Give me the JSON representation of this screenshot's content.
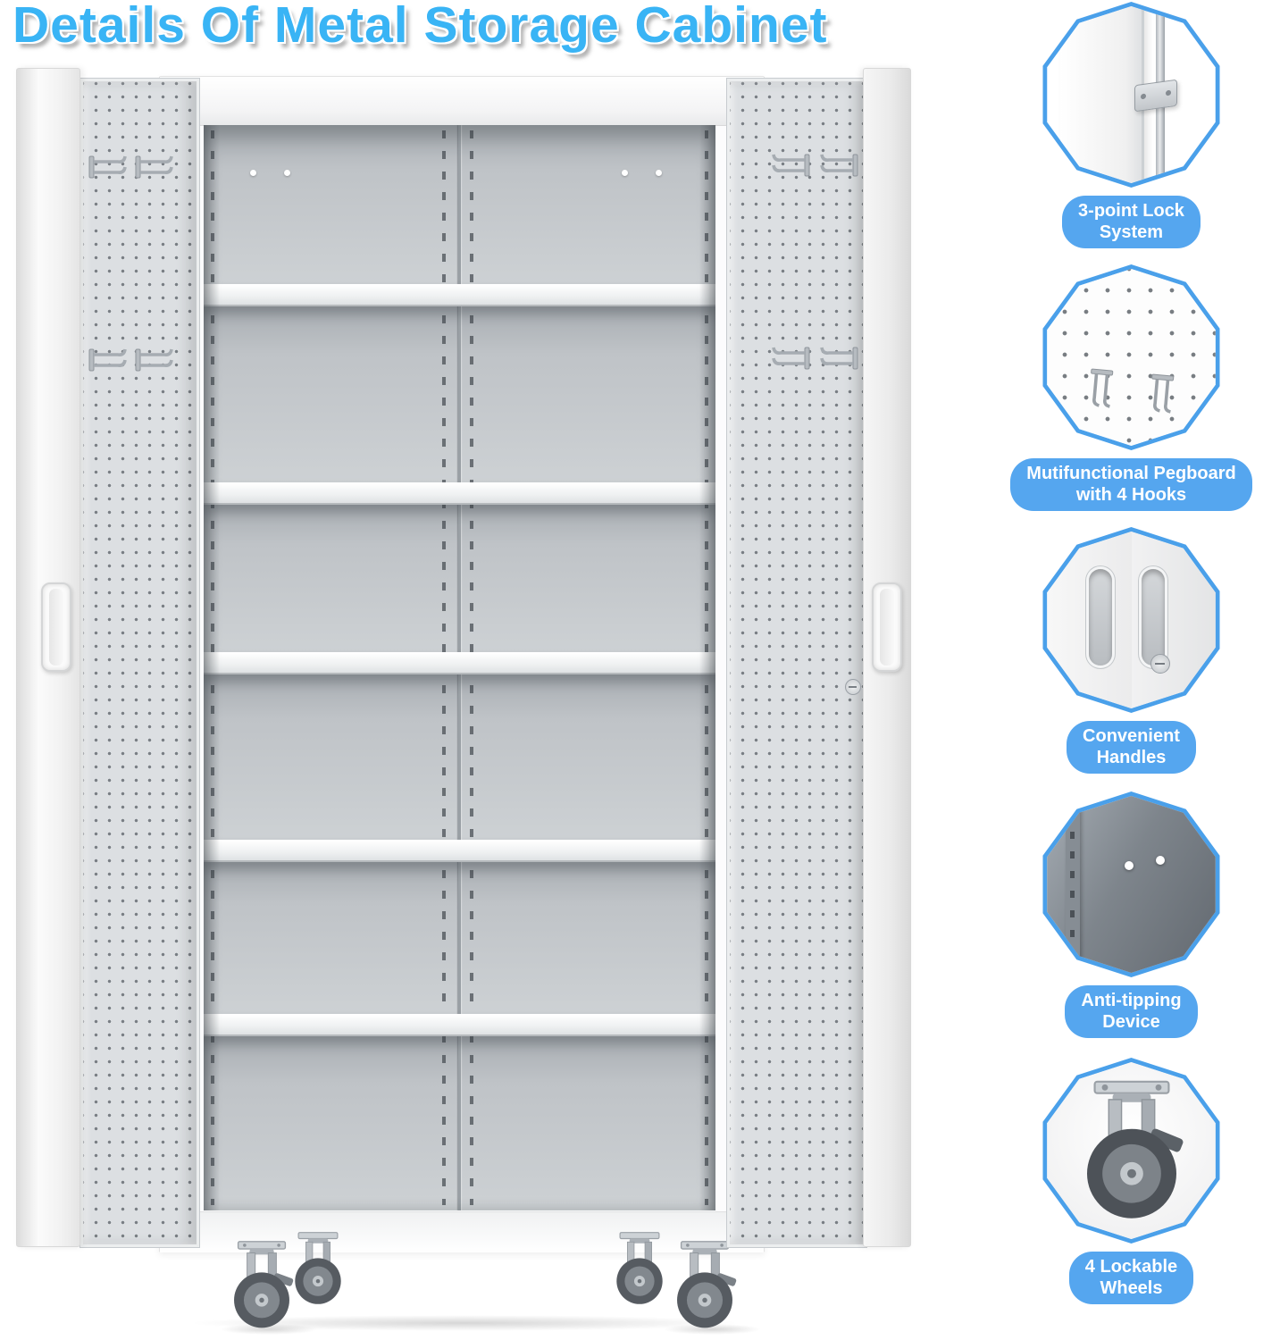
{
  "title": "Details Of Metal Storage Cabinet",
  "features": [
    {
      "name": "3-point-lock-system",
      "line1": "3-point Lock",
      "line2": "System"
    },
    {
      "name": "multifunctional-pegboard",
      "line1": "Mutifunctional Pegboard",
      "line2": "with 4 Hooks"
    },
    {
      "name": "convenient-handles",
      "line1": "Convenient",
      "line2": "Handles"
    },
    {
      "name": "anti-tipping-device",
      "line1": "Anti-tipping",
      "line2": "Device"
    },
    {
      "name": "lockable-wheels",
      "line1": "4 Lockable",
      "line2": "Wheels"
    }
  ],
  "colors": {
    "title_blue": "#39b4f5",
    "label_pill_blue": "#55a6ef",
    "feature_ring_blue": "#4aa0ea",
    "cabinet_white": "#fcfcfd",
    "interior_gray": "#c0c4c8"
  }
}
